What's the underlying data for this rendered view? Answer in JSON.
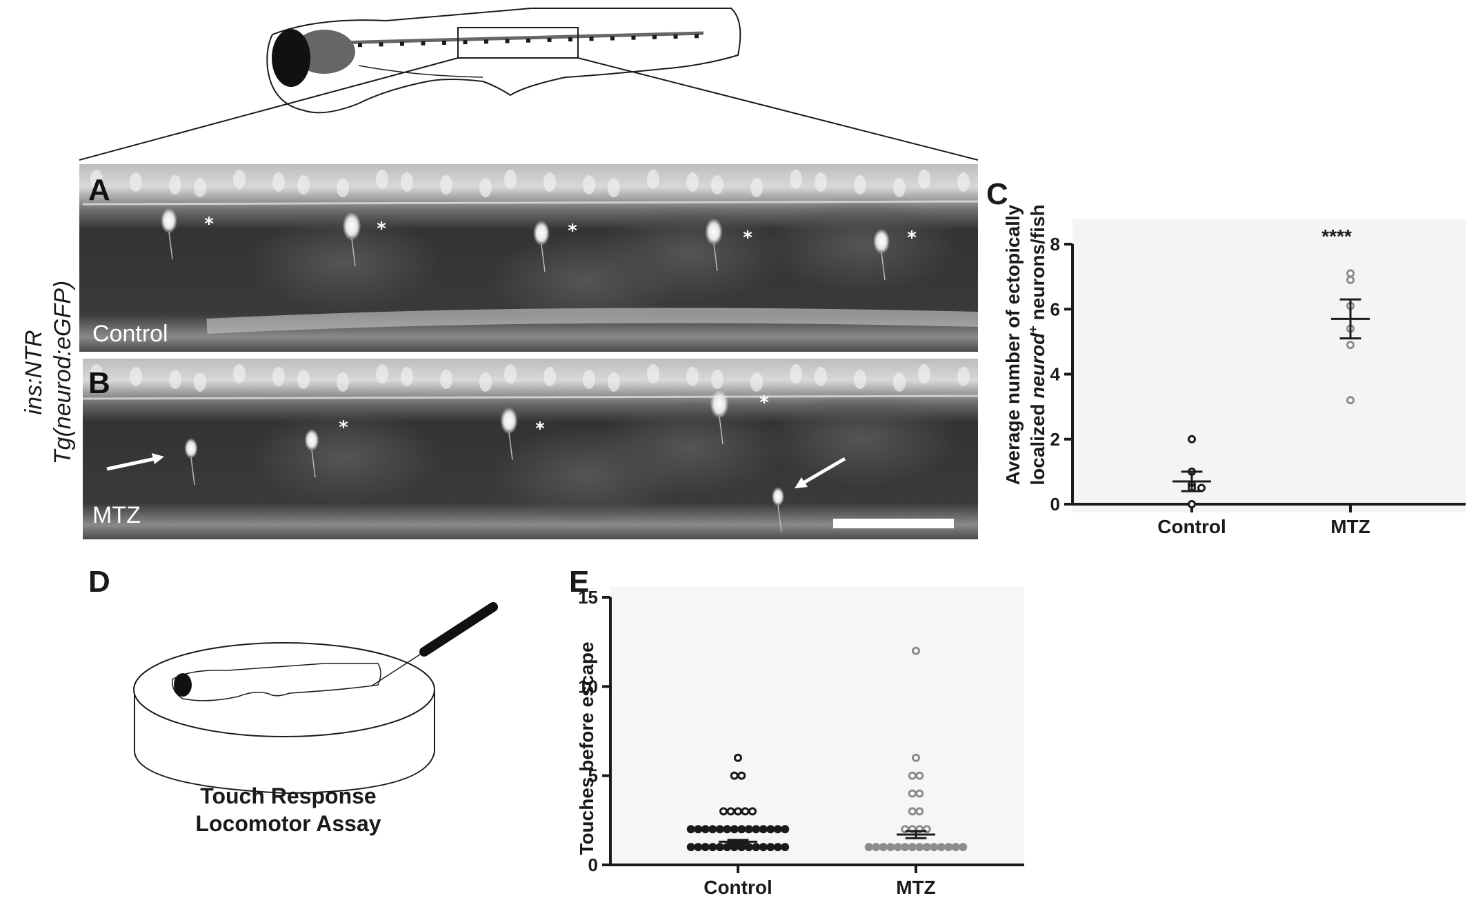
{
  "figure": {
    "side_label_line1": "ins:NTR",
    "side_label_line2": "Tg(neurod:eGFP)",
    "panels": {
      "A": {
        "letter": "A",
        "condition": "Control"
      },
      "B": {
        "letter": "B",
        "condition": "MTZ"
      },
      "C": {
        "letter": "C"
      },
      "D": {
        "letter": "D",
        "caption_line1": "Touch Response",
        "caption_line2": "Locomotor Assay"
      },
      "E": {
        "letter": "E"
      }
    },
    "marker_asterisk": "*"
  },
  "colors": {
    "control_points": "#1a1a1a",
    "mtz_points": "#8c8c8c",
    "micrograph_bg": "#2f2f2f"
  },
  "chart_data": [
    {
      "id": "C",
      "type": "scatter",
      "title": "",
      "ylabel": "Average number of ectopically localized neurod+ neurons/fish",
      "ylabel_parts": {
        "pre": "Average number of ectopically",
        "line2_pre": "localized ",
        "italic": "neurod",
        "sup": "+",
        "post": " neurons/fish"
      },
      "xlabel": "",
      "categories": [
        "Control",
        "MTZ"
      ],
      "ylim": [
        0,
        8
      ],
      "yticks": [
        "0",
        "2",
        "4",
        "6",
        "8"
      ],
      "significance": "****",
      "series": [
        {
          "category": "Control",
          "values": [
            2,
            1,
            0.6,
            0.5,
            0.5,
            0
          ],
          "mean": 0.7,
          "sem": 0.3
        },
        {
          "category": "MTZ",
          "values": [
            7.1,
            6.9,
            6.1,
            5.4,
            4.9,
            3.2
          ],
          "mean": 5.7,
          "sem": 0.6
        }
      ],
      "grid": false
    },
    {
      "id": "E",
      "type": "scatter",
      "title": "",
      "ylabel": "Touches before escape",
      "xlabel": "",
      "categories": [
        "Control",
        "MTZ"
      ],
      "ylim": [
        0,
        15
      ],
      "yticks": [
        "0",
        "5",
        "10",
        "15"
      ],
      "series": [
        {
          "category": "Control",
          "levels": [
            {
              "y": 6,
              "count": 1
            },
            {
              "y": 5,
              "count": 2
            },
            {
              "y": 3,
              "count": 5
            },
            {
              "y": 2,
              "count": 16
            },
            {
              "y": 1,
              "count": 40
            }
          ],
          "mean": 1.3,
          "sem": 0.1
        },
        {
          "category": "MTZ",
          "levels": [
            {
              "y": 12,
              "count": 1
            },
            {
              "y": 6,
              "count": 1
            },
            {
              "y": 5,
              "count": 2
            },
            {
              "y": 4,
              "count": 2
            },
            {
              "y": 3,
              "count": 2
            },
            {
              "y": 2,
              "count": 4
            },
            {
              "y": 1,
              "count": 40
            }
          ],
          "mean": 1.7,
          "sem": 0.2
        }
      ],
      "grid": false
    }
  ]
}
